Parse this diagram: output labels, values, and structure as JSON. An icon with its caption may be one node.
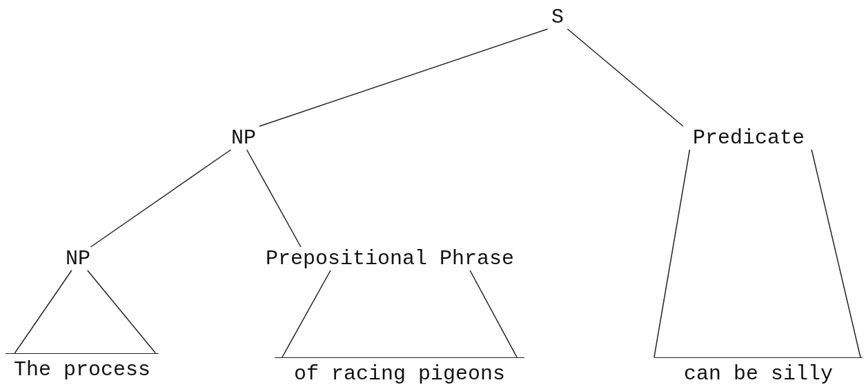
{
  "diagram": {
    "nodes": [
      {
        "text": [
          "S"
        ]
      },
      {
        "text": [
          "NP"
        ]
      },
      {
        "text": [
          "Predicate"
        ]
      },
      {
        "text": [
          "NP"
        ]
      },
      {
        "text": [
          "Prepositional Phrase"
        ]
      },
      {
        "text": [
          "The process"
        ]
      },
      {
        "text": [
          "of racing pigeons"
        ]
      },
      {
        "text": [
          "can be silly"
        ]
      }
    ],
    "edges": [
      {
        "from": 0,
        "to": 1,
        "arrow": "none"
      },
      {
        "from": 0,
        "to": 2,
        "arrow": "none"
      },
      {
        "from": 1,
        "to": 3,
        "arrow": "none"
      },
      {
        "from": 1,
        "to": 4,
        "arrow": "none"
      },
      {
        "from": 3,
        "to": 5,
        "arrow": "none"
      },
      {
        "from": 3,
        "to": 5,
        "arrow": "none"
      },
      {
        "from": 4,
        "to": 6,
        "arrow": "none"
      },
      {
        "from": 4,
        "to": 6,
        "arrow": "none"
      },
      {
        "from": 2,
        "to": 7,
        "arrow": "none"
      },
      {
        "from": 2,
        "to": 7,
        "arrow": "none"
      }
    ]
  }
}
